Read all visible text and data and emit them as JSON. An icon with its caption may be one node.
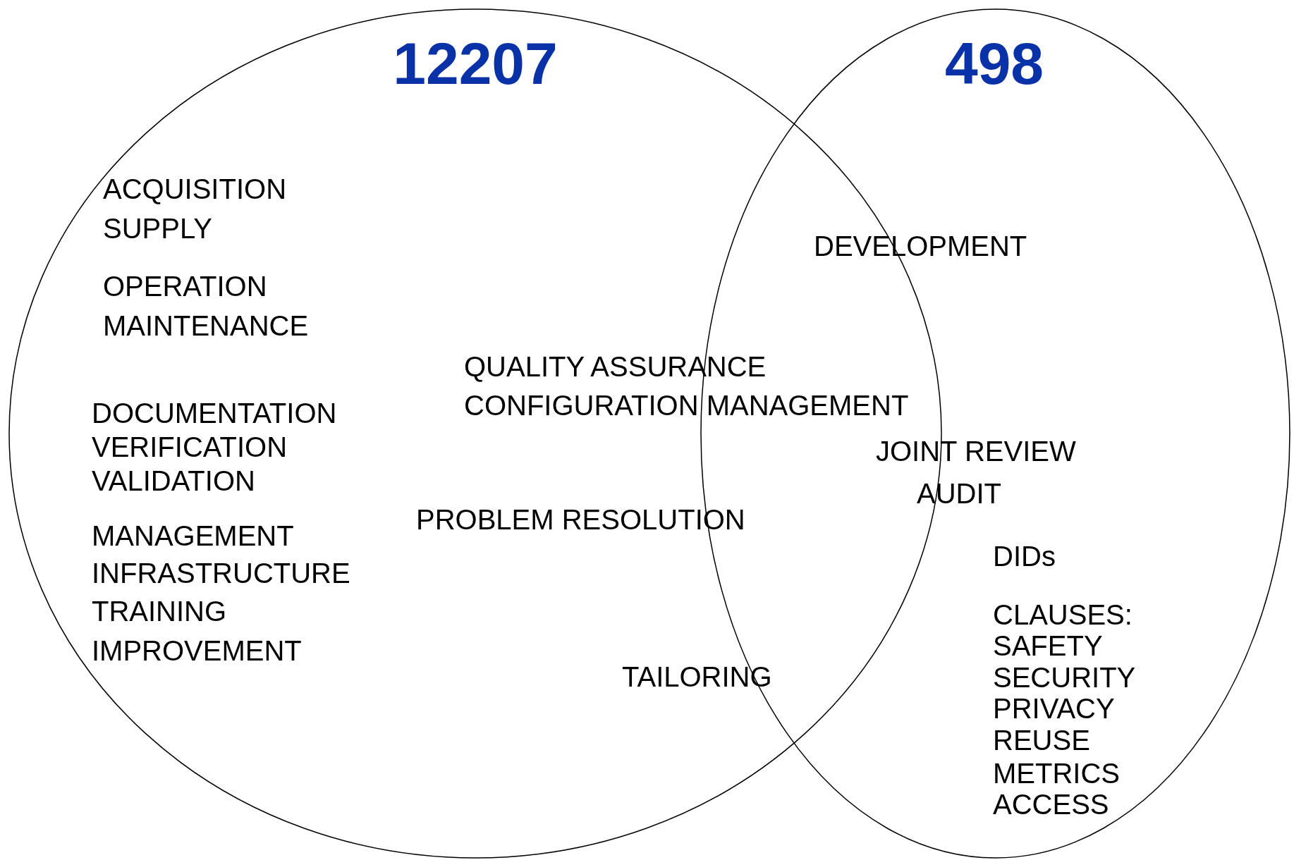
{
  "diagram": {
    "nodes": [
      {
        "text": [
          "12207"
        ]
      },
      {
        "text": [
          "498"
        ]
      }
    ],
    "labels": [
      "ACQUISITION",
      "SUPPLY",
      "OPERATION",
      "MAINTENANCE",
      "DOCUMENTATION",
      "VERIFICATION",
      "VALIDATION",
      "MANAGEMENT",
      "INFRASTRUCTURE",
      "TRAINING",
      "IMPROVEMENT",
      "QUALITY ASSURANCE",
      "CONFIGURATION MANAGEMENT",
      "PROBLEM RESOLUTION",
      "TAILORING",
      "DEVELOPMENT",
      "JOINT REVIEW",
      "AUDIT",
      "DIDs",
      "CLAUSES:",
      "SAFETY",
      "SECURITY",
      "PRIVACY",
      "REUSE",
      "METRICS",
      "ACCESS"
    ]
  }
}
